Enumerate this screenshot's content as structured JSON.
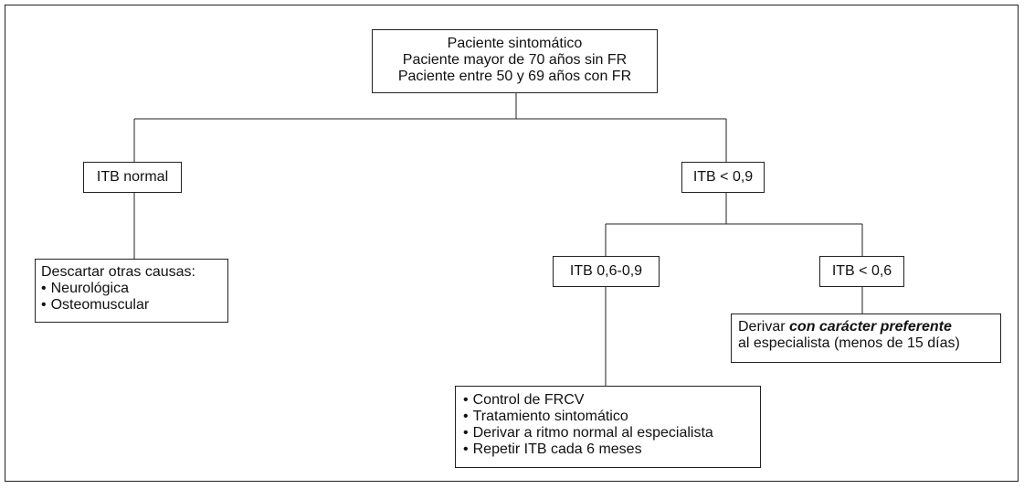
{
  "root": {
    "lines": [
      "Paciente sintomático",
      "Paciente mayor de 70 años sin FR",
      "Paciente entre 50 y 69 años con FR"
    ]
  },
  "itb_normal": {
    "label": "ITB normal"
  },
  "itb_low": {
    "label": "ITB < 0,9"
  },
  "discard": {
    "title": "Descartar otras causas:",
    "items": [
      "Neurológica",
      "Osteomuscular"
    ]
  },
  "itb_mid": {
    "label": "ITB 0,6-0,9"
  },
  "itb_very_low": {
    "label": "ITB < 0,6"
  },
  "refer_preferent": {
    "prefix": "Derivar ",
    "emphasis": "con carácter preferente",
    "line2": "al especialista (menos de 15 días)"
  },
  "actions": {
    "items": [
      "Control de FRCV",
      "Tratamiento sintomático",
      "Derivar a ritmo normal al especialista",
      "Repetir ITB cada 6 meses"
    ]
  }
}
